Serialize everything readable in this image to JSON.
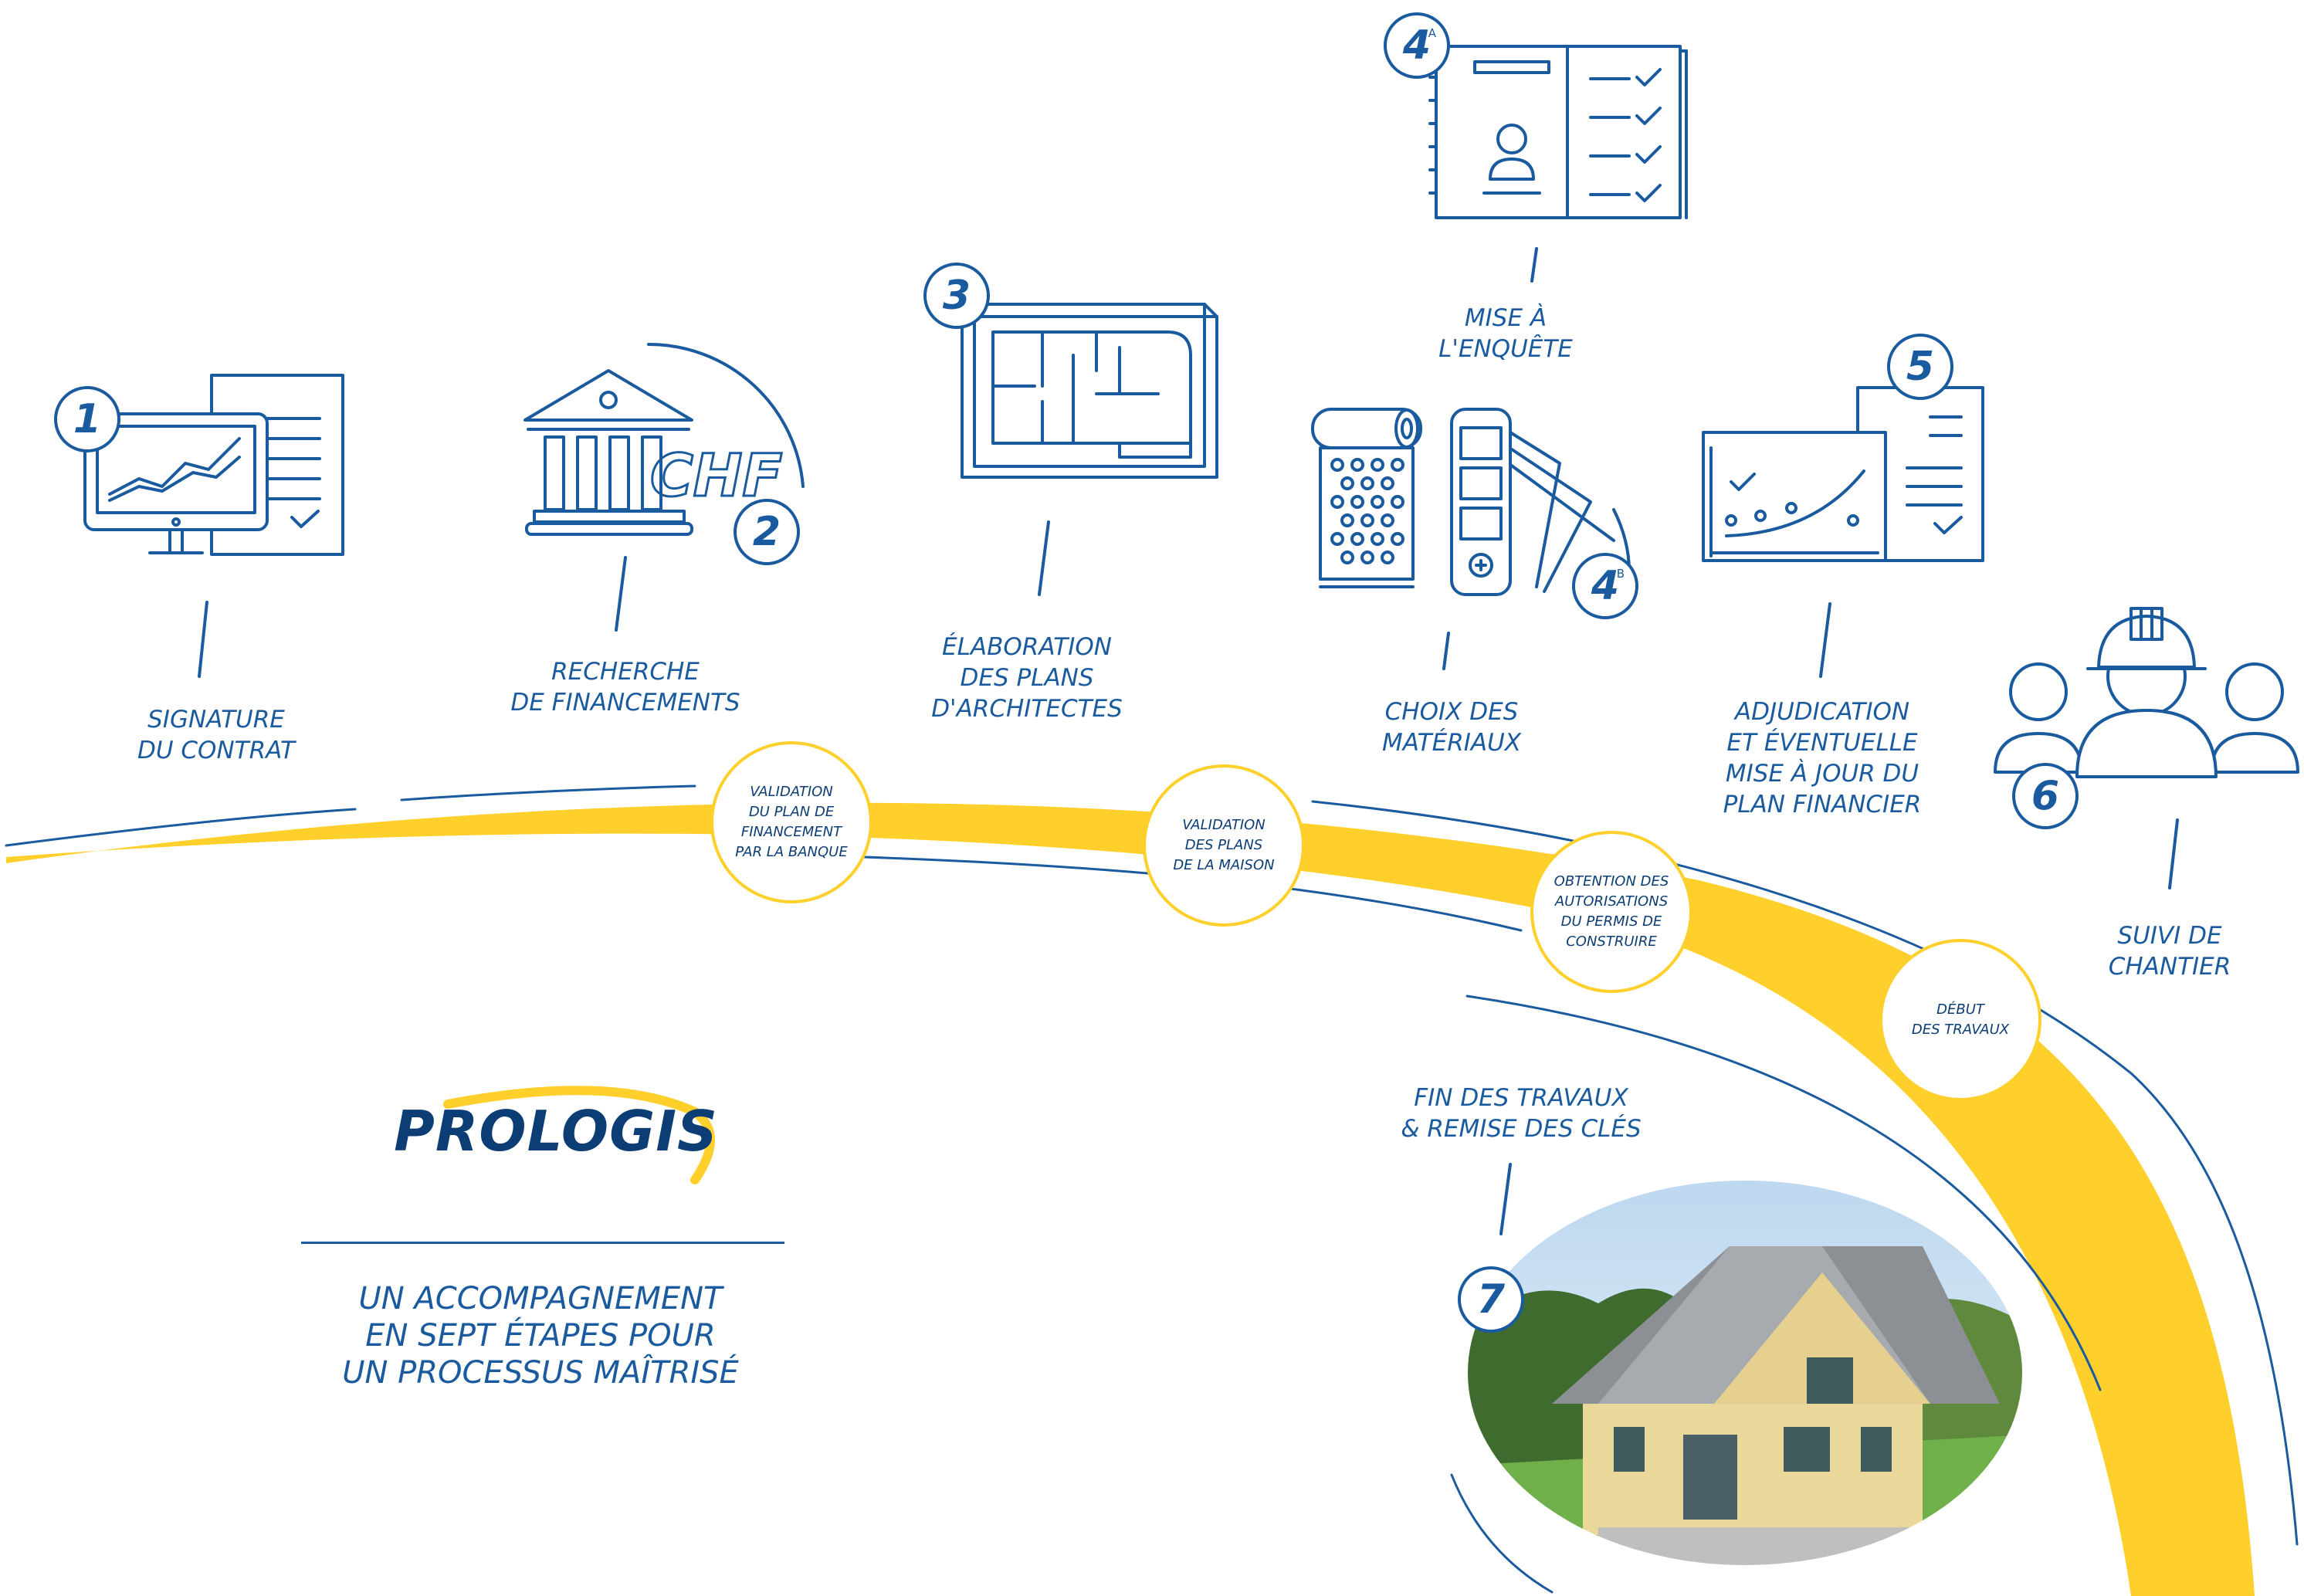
{
  "steps": [
    {
      "number": "1",
      "label": "SIGNATURE\nDU CONTRAT",
      "icon": "monitor-contract-icon"
    },
    {
      "number": "2",
      "label": "RECHERCHE\nDE FINANCEMENTS",
      "icon": "bank-chf-icon",
      "icon_text": "CHF"
    },
    {
      "number": "3",
      "label": "ÉLABORATION\nDES PLANS\nD'ARCHITECTES",
      "icon": "blueprint-icon"
    },
    {
      "number": "4",
      "superscript": "A",
      "label": "MISE À\nL'ENQUÊTE",
      "icon": "dossier-checklist-icon"
    },
    {
      "number": "4",
      "superscript": "B",
      "label": "CHOIX DES\nMATÉRIAUX",
      "icon": "material-samples-icon"
    },
    {
      "number": "5",
      "label": "ADJUDICATION\nET ÉVENTUELLE\nMISE À JOUR DU\nPLAN FINANCIER",
      "icon": "financial-report-icon"
    },
    {
      "number": "6",
      "label": "SUIVI DE\nCHANTIER",
      "icon": "site-team-icon"
    },
    {
      "number": "7",
      "label": "FIN DES TRAVAUX\n& REMISE DES CLÉS",
      "icon": "house-photo-icon"
    }
  ],
  "milestones": [
    "VALIDATION\nDU PLAN DE\nFINANCEMENT\nPAR LA BANQUE",
    "VALIDATION\nDES PLANS\nDE LA MAISON",
    "OBTENTION DES\nAUTORISATIONS\nDU PERMIS DE\nCONSTRUIRE",
    "DÉBUT\nDES TRAVAUX"
  ],
  "brand": {
    "name": "PROLOGIS"
  },
  "tagline": "UN ACCOMPAGNEMENT\nEN SEPT ÉTAPES POUR\nUN PROCESSUS MAÎTRISÉ",
  "colors": {
    "blue": "#1a5a9e",
    "dark_blue": "#0d3d75",
    "yellow": "#ffd02b"
  }
}
